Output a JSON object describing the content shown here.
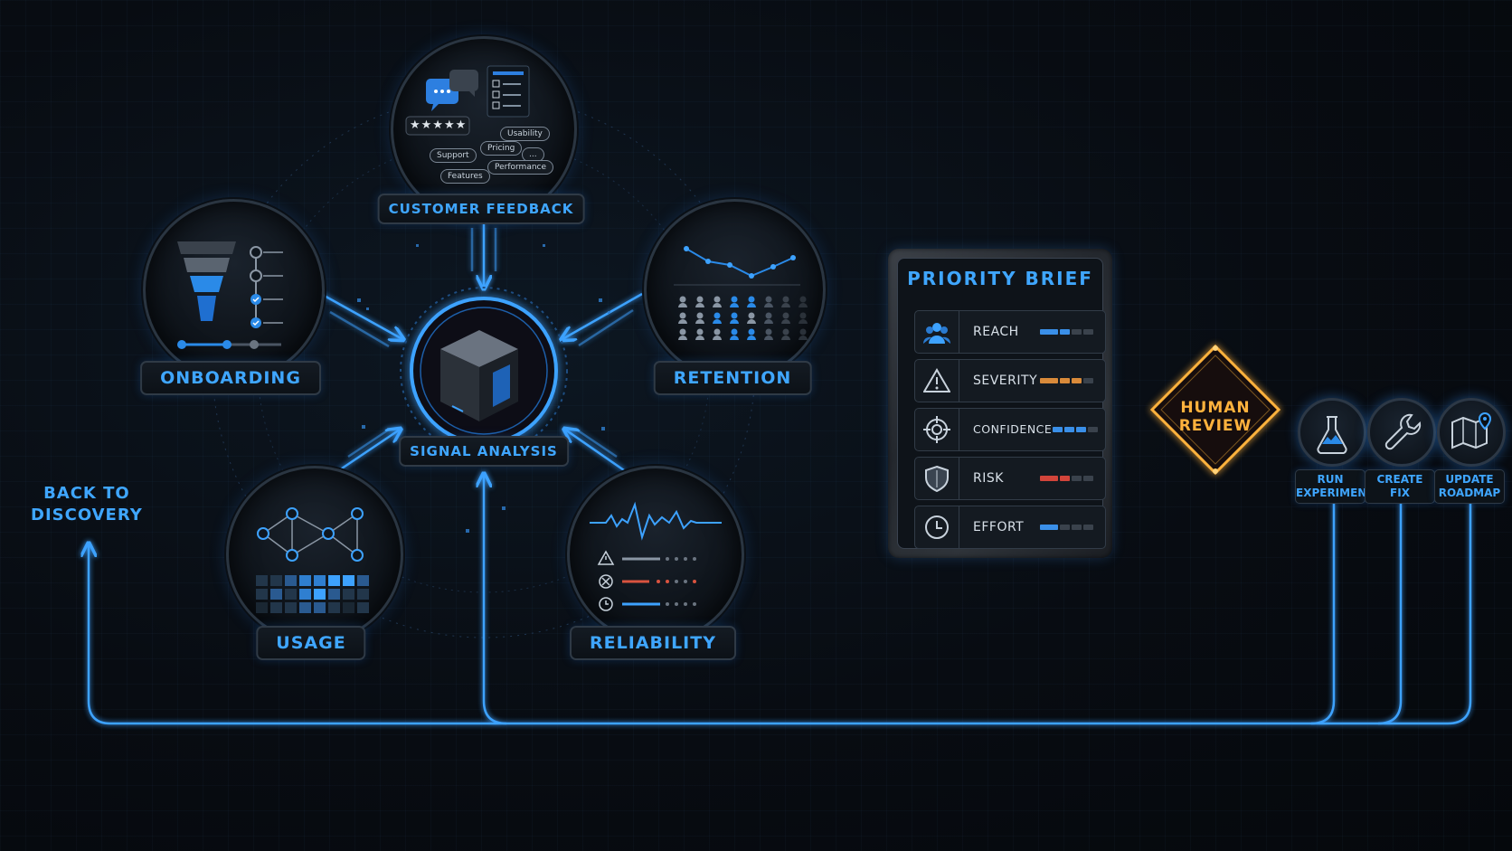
{
  "center": {
    "label": "SIGNAL ANALYSIS"
  },
  "sources": {
    "customer_feedback": {
      "label": "CUSTOMER FEEDBACK",
      "chips": [
        "Usability",
        "Pricing",
        "Support",
        "...",
        "Performance",
        "Features"
      ],
      "rating": "★★★★★"
    },
    "onboarding": {
      "label": "ONBOARDING"
    },
    "retention": {
      "label": "RETENTION"
    },
    "usage": {
      "label": "USAGE"
    },
    "reliability": {
      "label": "RELIABILITY"
    }
  },
  "brief": {
    "title": "PRIORITY BRIEF",
    "rows": [
      {
        "label": "REACH",
        "icon": "people-icon",
        "level": 2,
        "color": "#3a8fe8"
      },
      {
        "label": "SEVERITY",
        "icon": "warning-icon",
        "level": 3,
        "color": "#d98a3a"
      },
      {
        "label": "CONFIDENCE",
        "icon": "target-icon",
        "level": 3,
        "color": "#3a8fe8"
      },
      {
        "label": "RISK",
        "icon": "shield-icon",
        "level": 2,
        "color": "#d2443a"
      },
      {
        "label": "EFFORT",
        "icon": "clock-icon",
        "level": 1,
        "color": "#3a8fe8"
      }
    ]
  },
  "review": {
    "line1": "HUMAN",
    "line2": "REVIEW"
  },
  "actions": [
    {
      "line1": "RUN",
      "line2": "EXPERIMENT",
      "icon": "flask-icon"
    },
    {
      "line1": "CREATE",
      "line2": "FIX",
      "icon": "wrench-icon"
    },
    {
      "line1": "UPDATE",
      "line2": "ROADMAP",
      "icon": "map-icon"
    }
  ],
  "back": {
    "line1": "BACK TO",
    "line2": "DISCOVERY"
  },
  "colors": {
    "accent": "#3da2ff",
    "review": "#ffb23d",
    "background": "#080c12"
  }
}
